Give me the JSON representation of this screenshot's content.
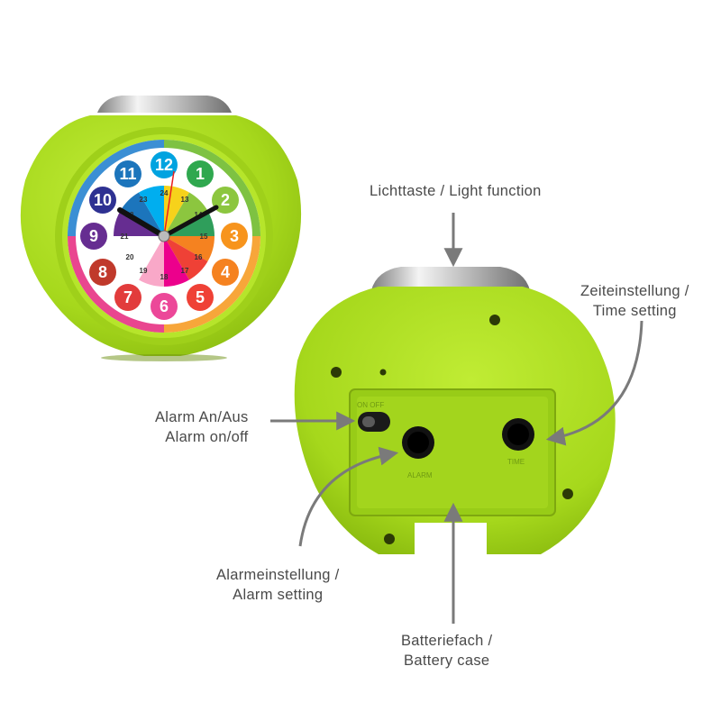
{
  "callouts": {
    "light_function": {
      "line1": "Lichttaste / Light function"
    },
    "time_setting": {
      "line1": "Zeiteinstellung /",
      "line2": "Time setting"
    },
    "alarm_on_off": {
      "line1": "Alarm An/Aus",
      "line2": "Alarm on/off"
    },
    "alarm_setting": {
      "line1": "Alarmeinstellung /",
      "line2": "Alarm setting"
    },
    "battery_case": {
      "line1": "Batteriefach /",
      "line2": "Battery case"
    }
  },
  "clock_face": {
    "hours": [
      "12",
      "1",
      "2",
      "3",
      "4",
      "5",
      "6",
      "7",
      "8",
      "9",
      "10",
      "11"
    ],
    "inner_hours": [
      "24",
      "13",
      "14",
      "15",
      "16",
      "17",
      "18",
      "19",
      "20",
      "21",
      "22",
      "23"
    ]
  },
  "back_panel": {
    "switch_label": "ON OFF",
    "alarm_knob_label": "ALARM",
    "time_knob_label": "TIME"
  },
  "colors": {
    "body_green": "#a8dc1e",
    "arrow_gray": "#7a7a7a",
    "text_gray": "#4a4a4a"
  }
}
